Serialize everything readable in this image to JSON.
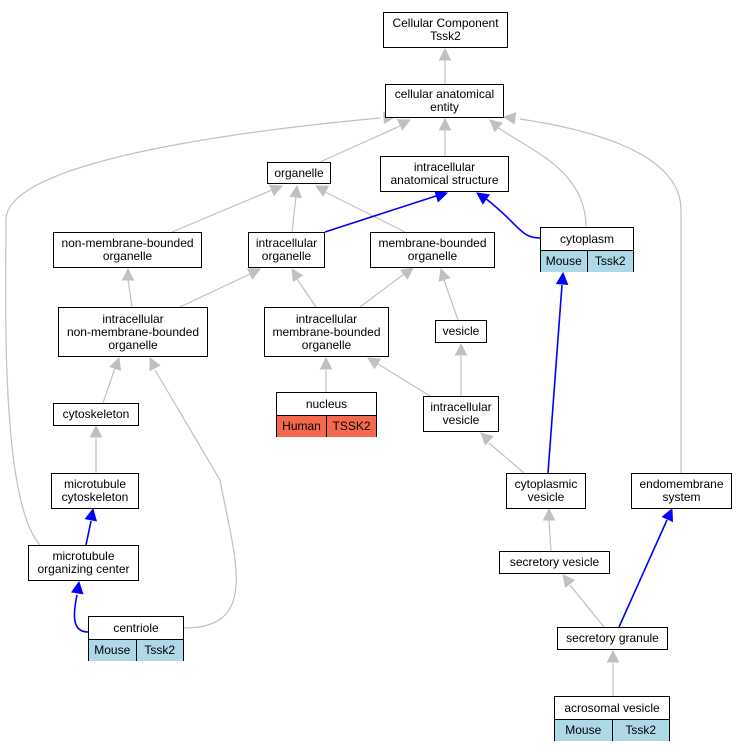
{
  "colors": {
    "edge_default": "#c0c0c0",
    "edge_highlight": "#0000ff",
    "mouse_fill": "#add8e6",
    "human_fill": "#f4684e"
  },
  "nodes": {
    "root": "Cellular Component\nTssk2",
    "cellular_anatomical_entity": "cellular anatomical\nentity",
    "organelle": "organelle",
    "intracellular_anatomical_structure": "intracellular\nanatomical structure",
    "non_membrane_bounded_organelle": "non-membrane-bounded\norganelle",
    "intracellular_organelle": "intracellular\norganelle",
    "membrane_bounded_organelle": "membrane-bounded\norganelle",
    "intracellular_non_membrane_bounded_organelle": "intracellular\nnon-membrane-bounded\norganelle",
    "intracellular_membrane_bounded_organelle": "intracellular\nmembrane-bounded\norganelle",
    "vesicle": "vesicle",
    "cytoskeleton": "cytoskeleton",
    "intracellular_vesicle": "intracellular\nvesicle",
    "microtubule_cytoskeleton": "microtubule\ncytoskeleton",
    "cytoplasmic_vesicle": "cytoplasmic\nvesicle",
    "endomembrane_system": "endomembrane\nsystem",
    "microtubule_organizing_center": "microtubule\norganizing center",
    "secretory_vesicle": "secretory vesicle",
    "secretory_granule": "secretory granule"
  },
  "annotated_nodes": {
    "cytoplasm": {
      "title": "cytoplasm",
      "species": "Mouse",
      "gene": "Tssk2"
    },
    "nucleus": {
      "title": "nucleus",
      "species": "Human",
      "gene": "TSSK2"
    },
    "centriole": {
      "title": "centriole",
      "species": "Mouse",
      "gene": "Tssk2"
    },
    "acrosomal_vesicle": {
      "title": "acrosomal vesicle",
      "species": "Mouse",
      "gene": "Tssk2"
    }
  }
}
